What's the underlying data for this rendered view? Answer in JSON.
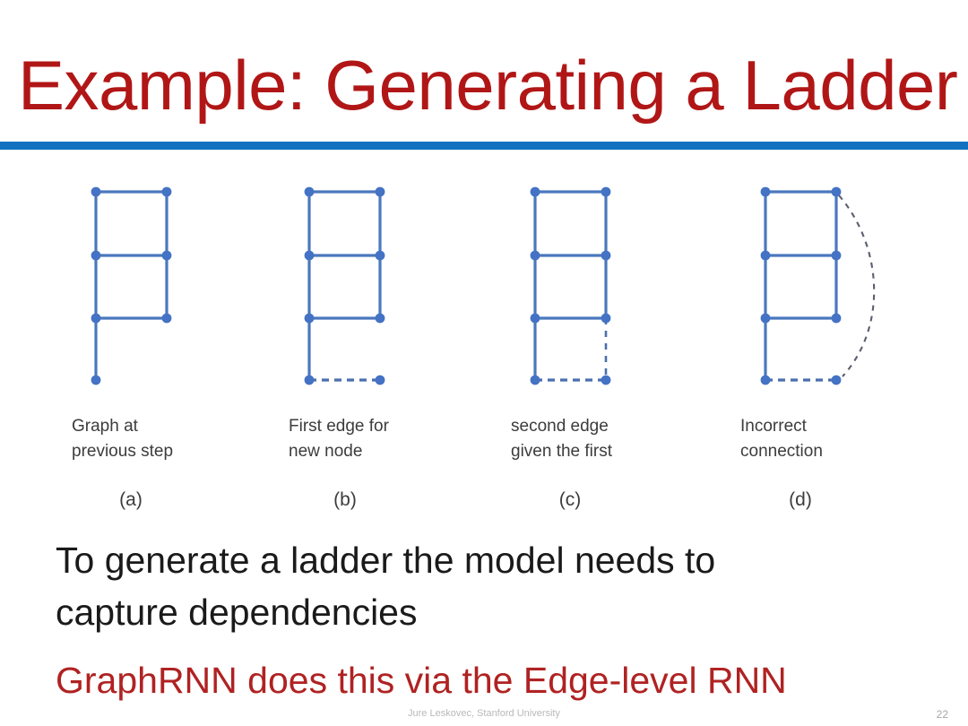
{
  "slide": {
    "title": "Example: Generating a Ladder",
    "title_color": "#b11616",
    "rule_color": "#1272c0"
  },
  "figure": {
    "node_color": "#4472c4",
    "edge_color": "#4a78be",
    "dashed_edge_color": "#4a6fae",
    "curve_color": "#5a5f6e",
    "panels": [
      {
        "id": "a",
        "letter": "(a)",
        "caption": "Graph at\nprevious step",
        "solid_columns": 2,
        "rungs": 3,
        "tail_node": true,
        "dashed_horizontal": false,
        "dashed_vertical": false,
        "dashed_curve": false
      },
      {
        "id": "b",
        "letter": "(b)",
        "caption": "First edge for\nnew node",
        "solid_columns": 2,
        "rungs": 3,
        "tail_node": true,
        "dashed_horizontal": true,
        "dashed_vertical": false,
        "dashed_curve": false
      },
      {
        "id": "c",
        "letter": "(c)",
        "caption": "second edge\ngiven the first",
        "solid_columns": 2,
        "rungs": 3,
        "tail_node": true,
        "dashed_horizontal": true,
        "dashed_vertical": true,
        "dashed_curve": false
      },
      {
        "id": "d",
        "letter": "(d)",
        "caption": "Incorrect\nconnection",
        "solid_columns": 2,
        "rungs": 3,
        "tail_node": true,
        "dashed_horizontal": true,
        "dashed_vertical": false,
        "dashed_curve": true
      }
    ]
  },
  "body": {
    "line1": "To generate a ladder the model needs to\ncapture dependencies",
    "line2": "GraphRNN does this via the Edge-level RNN"
  },
  "footer": {
    "credit": "Jure Leskovec, Stanford University",
    "page": "22"
  }
}
